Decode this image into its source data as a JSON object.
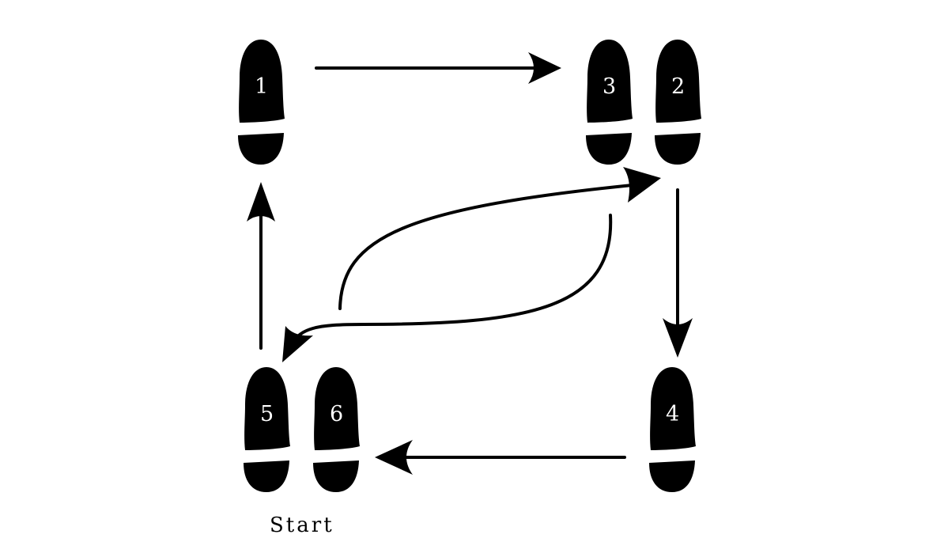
{
  "start_label": "Start",
  "steps": [
    {
      "label": "1"
    },
    {
      "label": "2"
    },
    {
      "label": "3"
    },
    {
      "label": "4"
    },
    {
      "label": "5"
    },
    {
      "label": "6"
    }
  ],
  "colors": {
    "ink": "#000000",
    "numbers": "#ffffff",
    "background": "#ffffff"
  },
  "icons": [
    "footprint-icon",
    "arrow-icon"
  ]
}
